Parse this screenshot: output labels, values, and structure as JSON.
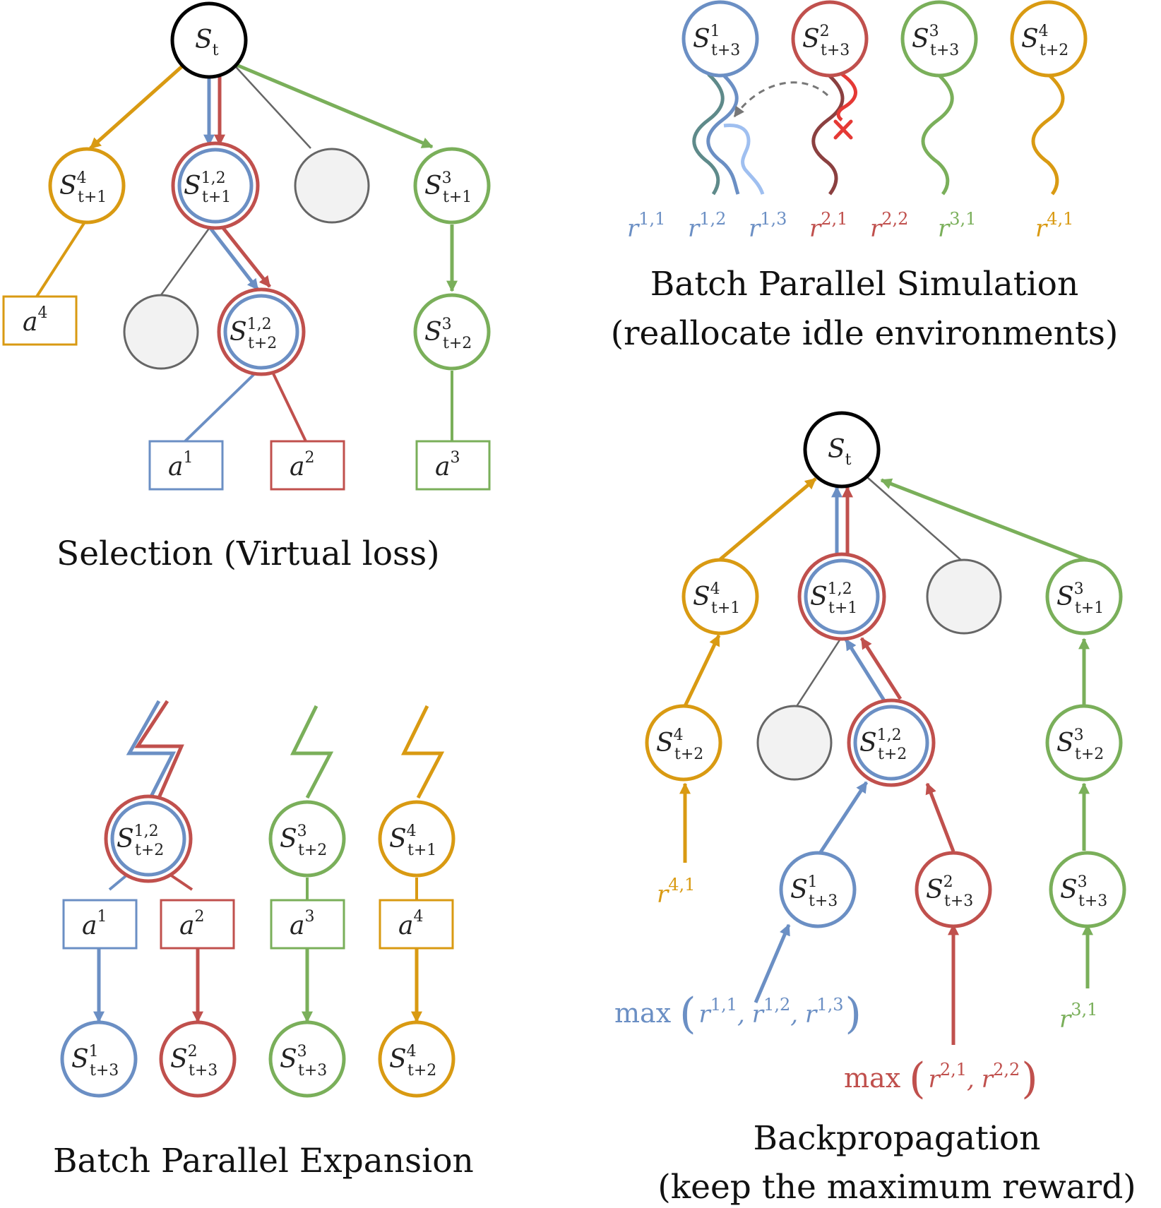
{
  "colors": {
    "blue": "#6b8fc4",
    "red": "#c0504d",
    "green": "#7aaf5a",
    "orange": "#d99a12",
    "gray": "#666666",
    "black": "#000000",
    "unexplored_fill": "#f2f2f2",
    "teal": "#5e8a8a",
    "light_blue": "#9fbff0",
    "dark_red": "#8b4040",
    "bright_red": "#e53935",
    "arrow_gray": "#777777"
  },
  "captions": {
    "selection": "Selection (Virtual loss)",
    "simulation_line1": "Batch Parallel Simulation",
    "simulation_line2": "(reallocate idle environments)",
    "expansion": "Batch Parallel Expansion",
    "backprop_line1": "Backpropagation",
    "backprop_line2": "(keep the maximum reward)"
  },
  "node_labels": {
    "root": {
      "main": "S",
      "sub": "t"
    },
    "s4_t1": {
      "main": "S",
      "sup": "4",
      "sub": "t+1"
    },
    "s12_t1": {
      "main": "S",
      "sup": "1,2",
      "sub": "t+1"
    },
    "s3_t1": {
      "main": "S",
      "sup": "3",
      "sub": "t+1"
    },
    "s12_t2": {
      "main": "S",
      "sup": "1,2",
      "sub": "t+2"
    },
    "s3_t2": {
      "main": "S",
      "sup": "3",
      "sub": "t+2"
    },
    "s4_t2": {
      "main": "S",
      "sup": "4",
      "sub": "t+2"
    },
    "s1_t3": {
      "main": "S",
      "sup": "1",
      "sub": "t+3"
    },
    "s2_t3": {
      "main": "S",
      "sup": "2",
      "sub": "t+3"
    },
    "s3_t3": {
      "main": "S",
      "sup": "3",
      "sub": "t+3"
    }
  },
  "action_labels": {
    "a1": {
      "main": "a",
      "sup": "1"
    },
    "a2": {
      "main": "a",
      "sup": "2"
    },
    "a3": {
      "main": "a",
      "sup": "3"
    },
    "a4": {
      "main": "a",
      "sup": "4"
    }
  },
  "reward_labels": {
    "r11": {
      "main": "r",
      "sup": "1,1"
    },
    "r12": {
      "main": "r",
      "sup": "1,2"
    },
    "r13": {
      "main": "r",
      "sup": "1,3"
    },
    "r21": {
      "main": "r",
      "sup": "2,1"
    },
    "r22": {
      "main": "r",
      "sup": "2,2"
    },
    "r31": {
      "main": "r",
      "sup": "3,1"
    },
    "r41": {
      "main": "r",
      "sup": "4,1"
    }
  },
  "max_expressions": {
    "word": "max",
    "sep": ",",
    "open": "(",
    "close": ")"
  }
}
